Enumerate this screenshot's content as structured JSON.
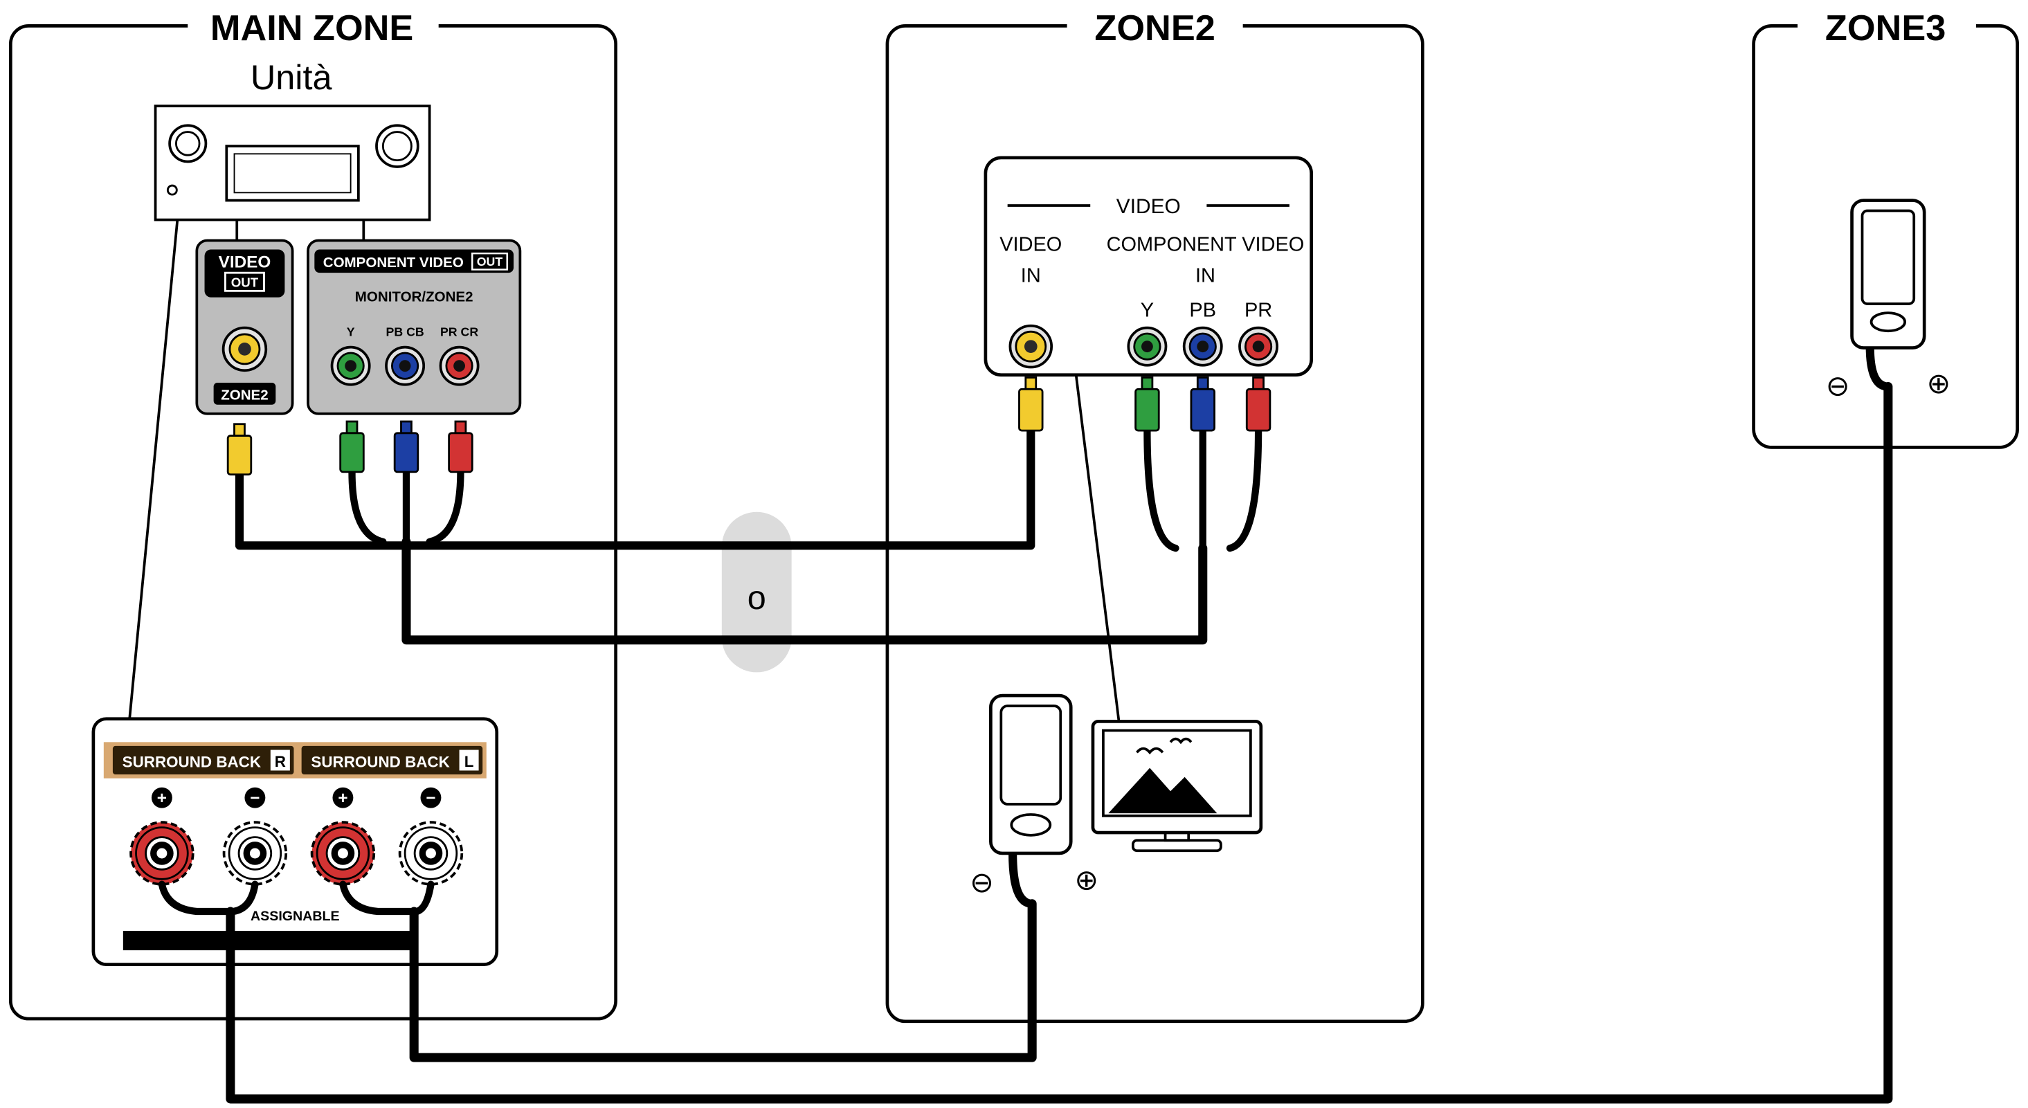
{
  "main_zone": {
    "title": "MAIN ZONE",
    "unit_label": "Unità",
    "video_out_panel": {
      "label": "VIDEO",
      "out_badge": "OUT",
      "zone_badge": "ZONE2"
    },
    "component_out_panel": {
      "label": "COMPONENT VIDEO",
      "out_badge": "OUT",
      "monitor_label": "MONITOR/ZONE2",
      "jack_labels": [
        "Y",
        "PB CB",
        "PR CR"
      ]
    },
    "surround_back_panel": {
      "labels": [
        {
          "name": "SURROUND BACK",
          "channel": "R"
        },
        {
          "name": "SURROUND BACK",
          "channel": "L"
        }
      ],
      "assignable_label": "ASSIGNABLE"
    }
  },
  "zone2": {
    "title": "ZONE2",
    "video_panel": {
      "header": "VIDEO",
      "video_in": [
        "VIDEO",
        "IN"
      ],
      "component_in": [
        "COMPONENT VIDEO",
        "IN"
      ],
      "jack_labels": [
        "Y",
        "PB",
        "PR"
      ]
    }
  },
  "zone3": {
    "title": "ZONE3"
  },
  "or_label": "o",
  "icons": {
    "plus": "+",
    "minus": "−",
    "circled_plus": "⊕",
    "circled_minus": "⊖"
  },
  "colors": {
    "yellow": "#f2cb2e",
    "green": "#2f9e40",
    "blue": "#1c3fa4",
    "red": "#d23333",
    "tan": "#d8a871",
    "panel_gray": "#bdbdbd",
    "capsule_gray": "#dcdcdc"
  }
}
